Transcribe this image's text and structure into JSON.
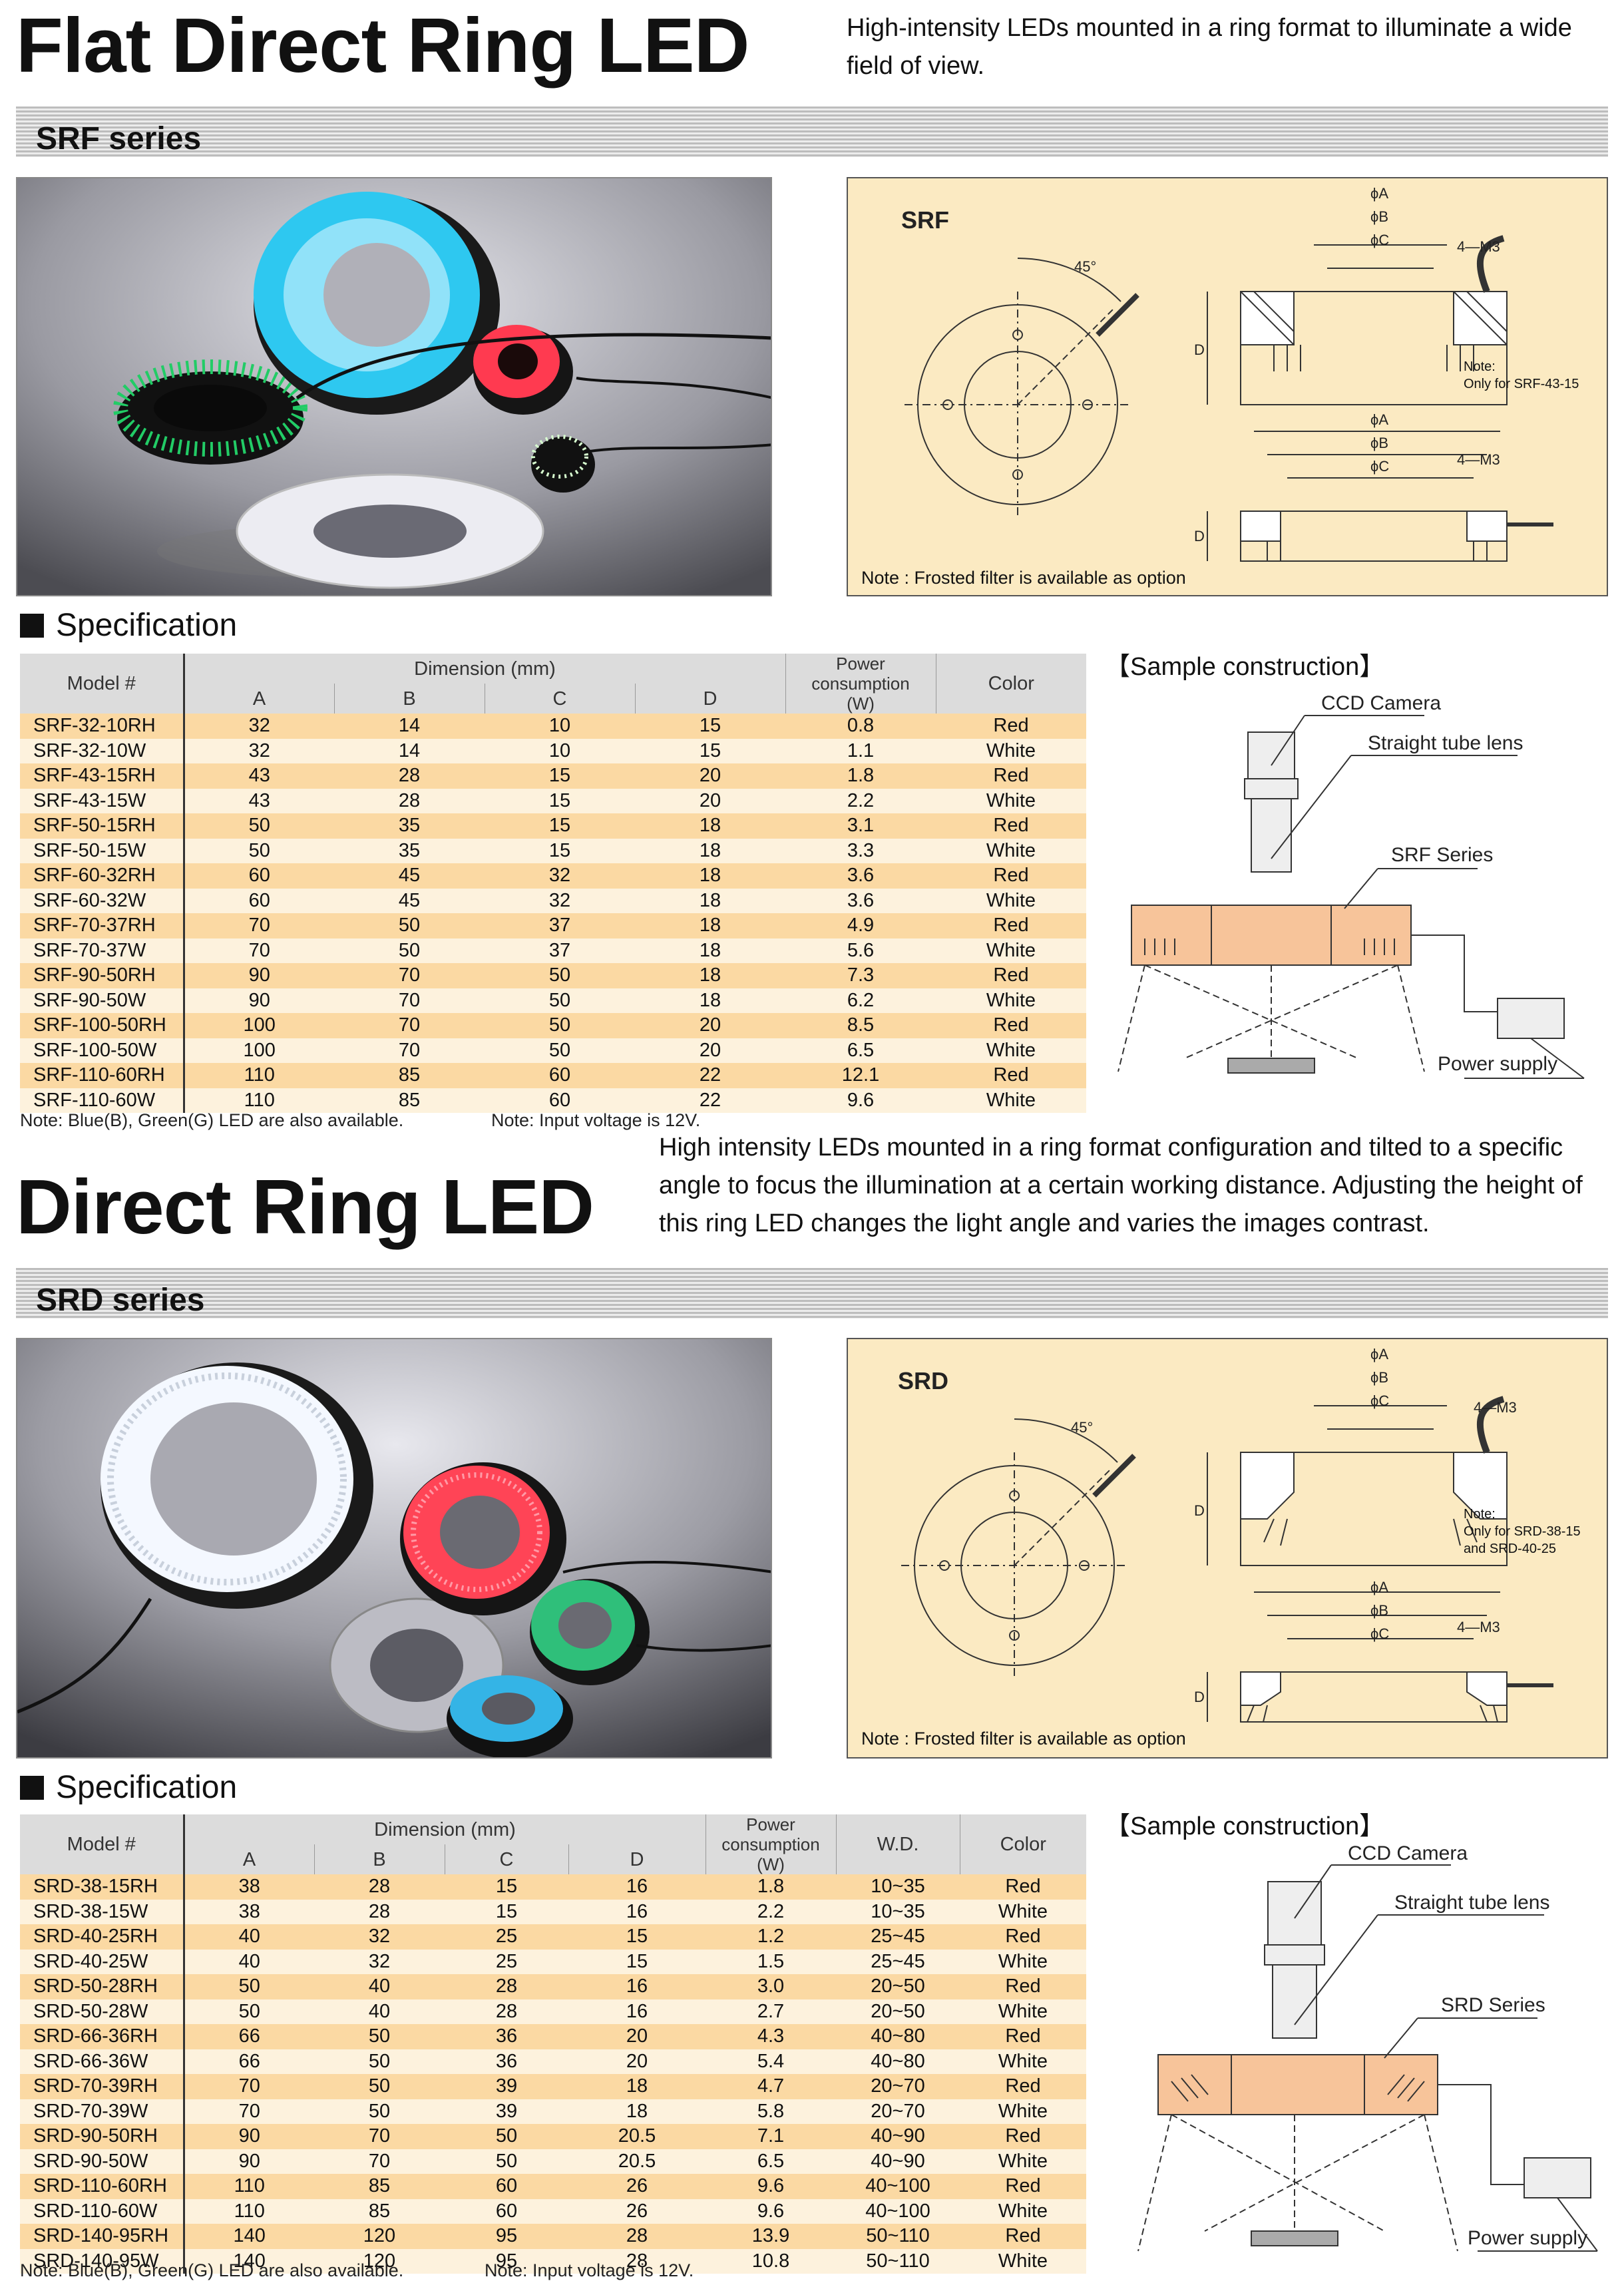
{
  "srf": {
    "title": "Flat Direct Ring LED",
    "description": "High-intensity LEDs mounted in a ring format to illuminate a wide field of view.",
    "series": "SRF series",
    "diagram_label": "SRF",
    "diagram_note": "Note : Frosted filter is available as option",
    "diagram_side_note": "Note:\nOnly for SRF-43-15",
    "spec_heading": "Specification",
    "headers": {
      "model": "Model #",
      "dimension": "Dimension (mm)",
      "a": "A",
      "b": "B",
      "c": "C",
      "d": "D",
      "power": "Power consumption",
      "power_unit": "(W)",
      "color": "Color"
    },
    "rows": [
      [
        "SRF-32-10RH",
        "32",
        "14",
        "10",
        "15",
        "0.8",
        "Red"
      ],
      [
        "SRF-32-10W",
        "32",
        "14",
        "10",
        "15",
        "1.1",
        "White"
      ],
      [
        "SRF-43-15RH",
        "43",
        "28",
        "15",
        "20",
        "1.8",
        "Red"
      ],
      [
        "SRF-43-15W",
        "43",
        "28",
        "15",
        "20",
        "2.2",
        "White"
      ],
      [
        "SRF-50-15RH",
        "50",
        "35",
        "15",
        "18",
        "3.1",
        "Red"
      ],
      [
        "SRF-50-15W",
        "50",
        "35",
        "15",
        "18",
        "3.3",
        "White"
      ],
      [
        "SRF-60-32RH",
        "60",
        "45",
        "32",
        "18",
        "3.6",
        "Red"
      ],
      [
        "SRF-60-32W",
        "60",
        "45",
        "32",
        "18",
        "3.6",
        "White"
      ],
      [
        "SRF-70-37RH",
        "70",
        "50",
        "37",
        "18",
        "4.9",
        "Red"
      ],
      [
        "SRF-70-37W",
        "70",
        "50",
        "37",
        "18",
        "5.6",
        "White"
      ],
      [
        "SRF-90-50RH",
        "90",
        "70",
        "50",
        "18",
        "7.3",
        "Red"
      ],
      [
        "SRF-90-50W",
        "90",
        "70",
        "50",
        "18",
        "6.2",
        "White"
      ],
      [
        "SRF-100-50RH",
        "100",
        "70",
        "50",
        "20",
        "8.5",
        "Red"
      ],
      [
        "SRF-100-50W",
        "100",
        "70",
        "50",
        "20",
        "6.5",
        "White"
      ],
      [
        "SRF-110-60RH",
        "110",
        "85",
        "60",
        "22",
        "12.1",
        "Red"
      ],
      [
        "SRF-110-60W",
        "110",
        "85",
        "60",
        "22",
        "9.6",
        "White"
      ]
    ],
    "note_led": "Note: Blue(B), Green(G) LED are also available.",
    "note_voltage": "Note: Input voltage is 12V.",
    "sample_title": "【Sample construction】",
    "sample_camera": "CCD Camera",
    "sample_lens": "Straight tube lens",
    "sample_series": "SRF Series",
    "sample_power": "Power supply"
  },
  "srd": {
    "title": "Direct Ring LED",
    "description": "High intensity LEDs mounted in a ring format configuration and tilted to a specific angle to focus the illumination at a certain working distance. Adjusting the height of this ring LED changes the light angle and varies the images contrast.",
    "series": "SRD series",
    "diagram_label": "SRD",
    "diagram_note": "Note : Frosted filter is available as option",
    "diagram_side_note": "Note:\nOnly for SRD-38-15\nand SRD-40-25",
    "spec_heading": "Specification",
    "headers": {
      "model": "Model #",
      "dimension": "Dimension (mm)",
      "a": "A",
      "b": "B",
      "c": "C",
      "d": "D",
      "power": "Power consumption",
      "power_unit": "(W)",
      "wd": "W.D.",
      "color": "Color"
    },
    "rows": [
      [
        "SRD-38-15RH",
        "38",
        "28",
        "15",
        "16",
        "1.8",
        "10~35",
        "Red"
      ],
      [
        "SRD-38-15W",
        "38",
        "28",
        "15",
        "16",
        "2.2",
        "10~35",
        "White"
      ],
      [
        "SRD-40-25RH",
        "40",
        "32",
        "25",
        "15",
        "1.2",
        "25~45",
        "Red"
      ],
      [
        "SRD-40-25W",
        "40",
        "32",
        "25",
        "15",
        "1.5",
        "25~45",
        "White"
      ],
      [
        "SRD-50-28RH",
        "50",
        "40",
        "28",
        "16",
        "3.0",
        "20~50",
        "Red"
      ],
      [
        "SRD-50-28W",
        "50",
        "40",
        "28",
        "16",
        "2.7",
        "20~50",
        "White"
      ],
      [
        "SRD-66-36RH",
        "66",
        "50",
        "36",
        "20",
        "4.3",
        "40~80",
        "Red"
      ],
      [
        "SRD-66-36W",
        "66",
        "50",
        "36",
        "20",
        "5.4",
        "40~80",
        "White"
      ],
      [
        "SRD-70-39RH",
        "70",
        "50",
        "39",
        "18",
        "4.7",
        "20~70",
        "Red"
      ],
      [
        "SRD-70-39W",
        "70",
        "50",
        "39",
        "18",
        "5.8",
        "20~70",
        "White"
      ],
      [
        "SRD-90-50RH",
        "90",
        "70",
        "50",
        "20.5",
        "7.1",
        "40~90",
        "Red"
      ],
      [
        "SRD-90-50W",
        "90",
        "70",
        "50",
        "20.5",
        "6.5",
        "40~90",
        "White"
      ],
      [
        "SRD-110-60RH",
        "110",
        "85",
        "60",
        "26",
        "9.6",
        "40~100",
        "Red"
      ],
      [
        "SRD-110-60W",
        "110",
        "85",
        "60",
        "26",
        "9.6",
        "40~100",
        "White"
      ],
      [
        "SRD-140-95RH",
        "140",
        "120",
        "95",
        "28",
        "13.9",
        "50~110",
        "Red"
      ],
      [
        "SRD-140-95W",
        "140",
        "120",
        "95",
        "28",
        "10.8",
        "50~110",
        "White"
      ]
    ],
    "note_led": "Note: Blue(B), Green(G) LED are also available.",
    "note_voltage": "Note: Input voltage is 12V.",
    "sample_title": "【Sample construction】",
    "sample_camera": "CCD Camera",
    "sample_lens": "Straight tube lens",
    "sample_series": "SRD Series",
    "sample_power": "Power supply"
  },
  "diagram_labels": {
    "phi_a": "ϕA",
    "phi_b": "ϕB",
    "phi_c": "ϕC",
    "m3": "4—M3",
    "angle": "45°",
    "d": "D"
  }
}
